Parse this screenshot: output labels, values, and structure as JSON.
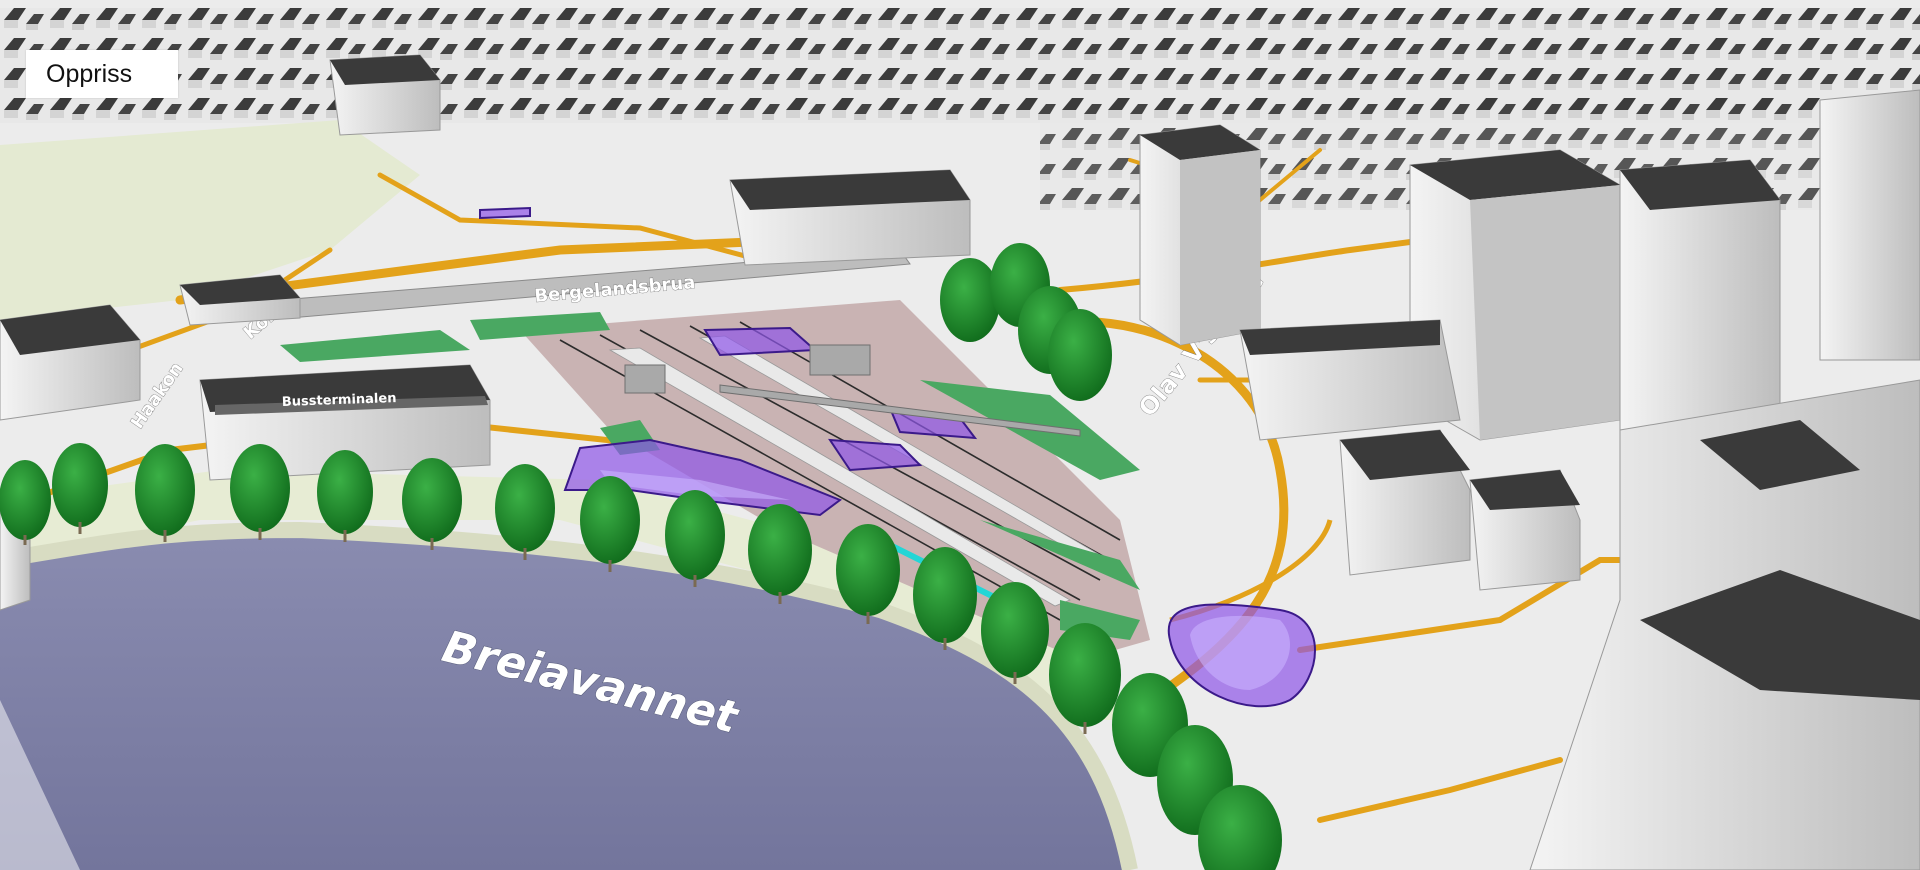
{
  "view": {
    "title": "Oppriss"
  },
  "labels": {
    "lake": "Breiavannet",
    "bridge": "Bergelandsbrua",
    "bus_terminal": "Bussterminalen",
    "street_olav": "Olav V's gate",
    "street_kong": "Kong",
    "street_haakon": "Haakon"
  },
  "colors": {
    "water": "#7e80a6",
    "ground": "#ececec",
    "park": "#e4ead2",
    "road": "#e3a21a",
    "building_wall": "#d8d8d8",
    "building_roof": "#3a3a3a",
    "tree": "#1f8a2a",
    "proposal": "#8f55e8",
    "green_area": "#4aa862",
    "rail_bed": "#c9b3b3"
  }
}
